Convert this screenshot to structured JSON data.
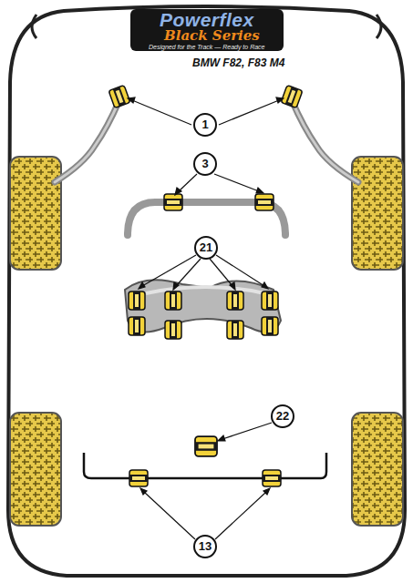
{
  "diagram": {
    "title": "BMW F82, F83 M4",
    "labels": [
      "Powerflex",
      "Black Series",
      "Designed for the Track — Ready to Race",
      "1",
      "3",
      "21",
      "22",
      "13"
    ]
  }
}
